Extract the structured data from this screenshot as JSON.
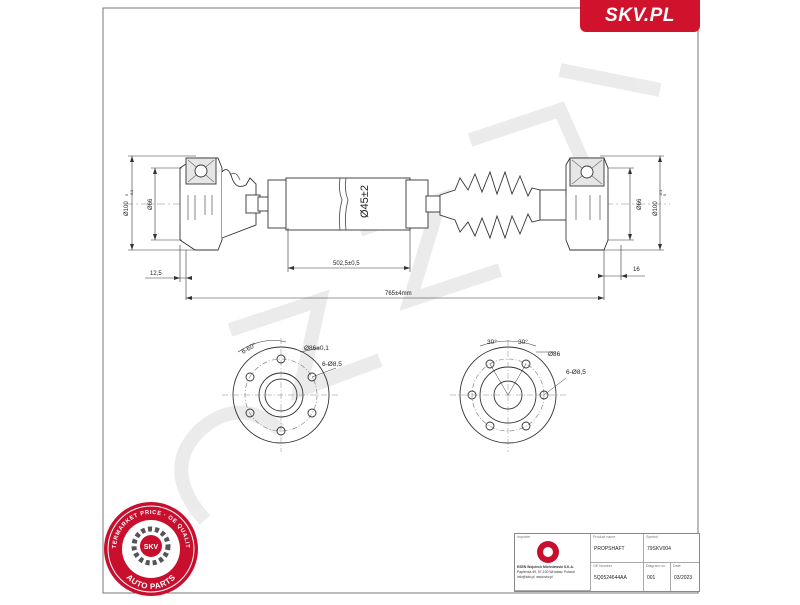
{
  "brand": {
    "site": "SKV.PL"
  },
  "dimensions": {
    "d_flange_left": "Ø100",
    "d_flange_left_tol": "-0,3",
    "d_flange_left_tol2": "0",
    "d_pilot_left": "Ø66",
    "d_tube": "Ø45±2",
    "d_pilot_right": "Ø66",
    "d_flange_right": "Ø100",
    "d_flange_right_tol": "-0,3",
    "d_flange_right_tol2": "0",
    "len_left_offset": "12,5",
    "len_tube": "502,5±0,5",
    "len_total": "765±4mm",
    "len_right_offset": "16"
  },
  "left_flange": {
    "angle": "6-60°",
    "pcd": "Ø86±0,1",
    "holes": "6-Ø8,5"
  },
  "right_flange": {
    "angle_a": "30°",
    "angle_b": "30°",
    "pcd": "Ø86",
    "holes": "6-Ø8,5"
  },
  "stamp": {
    "top_text": "AFTERMARKET PRICE · OE QUALITY ·",
    "bottom_text": "AUTO PARTS",
    "center": "SKV"
  },
  "title_block": {
    "importer_label": "Importer",
    "importer_name": "ESEN Wojciech Michniewski S.K.A.",
    "importer_addr1": "Papiernia 49, 57-100 Wrocław, Poland",
    "importer_addr2": "info@skv.pl, www.skv.pl",
    "product_label": "Product name",
    "product_value": "PROPSHAFT",
    "symbol_label": "Symbol",
    "symbol_value": "79SKV004",
    "oe_label": "OE Number",
    "oe_value": "5Q0524644AA",
    "version_label": "Diagram no.",
    "version_value": "001",
    "date_label": "Date",
    "date_value": "03/2023"
  },
  "colors": {
    "brand_red": "#d0122d",
    "line": "#333333",
    "watermark": "#d9d9d9"
  }
}
